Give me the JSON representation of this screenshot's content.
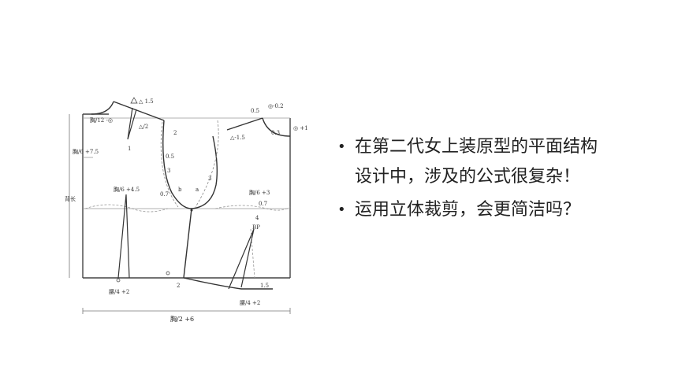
{
  "bullets": [
    {
      "marker": "•",
      "text": "在第二代女上装原型的平面结构设计中，涉及的公式很复杂！"
    },
    {
      "marker": "•",
      "text": "运用立体裁剪，会更简洁吗？"
    }
  ],
  "pattern": {
    "labels": {
      "neck_front": "胸/12 -◎",
      "dart_tri_15": "△ 1.5",
      "dart_tri_half": "△/2",
      "num_2": "2",
      "num_1": "1",
      "n05_left": "0.5",
      "n3_left": "3",
      "n07_left": "0.7",
      "b_label": "b",
      "a_label": "a",
      "n3_right": "3",
      "chest_6_45": "胸/6 +4.5",
      "chest_6_3": "胸/6 +3",
      "n07_right": "0.7",
      "n4": "4",
      "bp": "BP",
      "back_shoulder_05": "0.5",
      "back_circle_02": "◎-0.2",
      "back_shoulder_15": "△-1.5",
      "back_03": "0.3",
      "back_circle_1": "◎ +1",
      "left_chest_75": "胸/6 +7.5",
      "back_length": "背长",
      "waist_4_2_left": "腰/4 +2",
      "waist_4_2_right": "腰/4 +2",
      "n15_bottom": "1.5",
      "bottom_total": "胸/2 +6",
      "n2_bottom": "2"
    }
  }
}
